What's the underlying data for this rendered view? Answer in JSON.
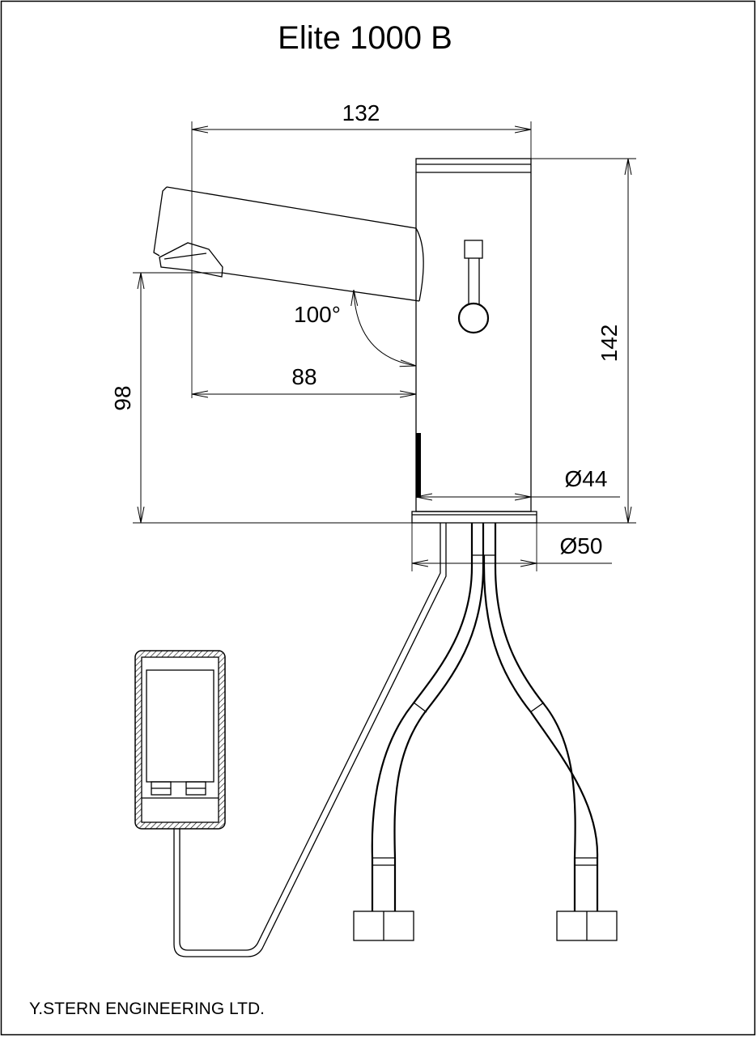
{
  "drawing": {
    "title": "Elite 1000 B",
    "company": "Y.STERN ENGINEERING LTD.",
    "dimensions": {
      "overall_length": "132",
      "body_height": "142",
      "spout_height": "98",
      "spout_reach": "88",
      "spout_angle": "100°",
      "body_diameter": "Ø44",
      "base_diameter": "Ø50"
    }
  }
}
